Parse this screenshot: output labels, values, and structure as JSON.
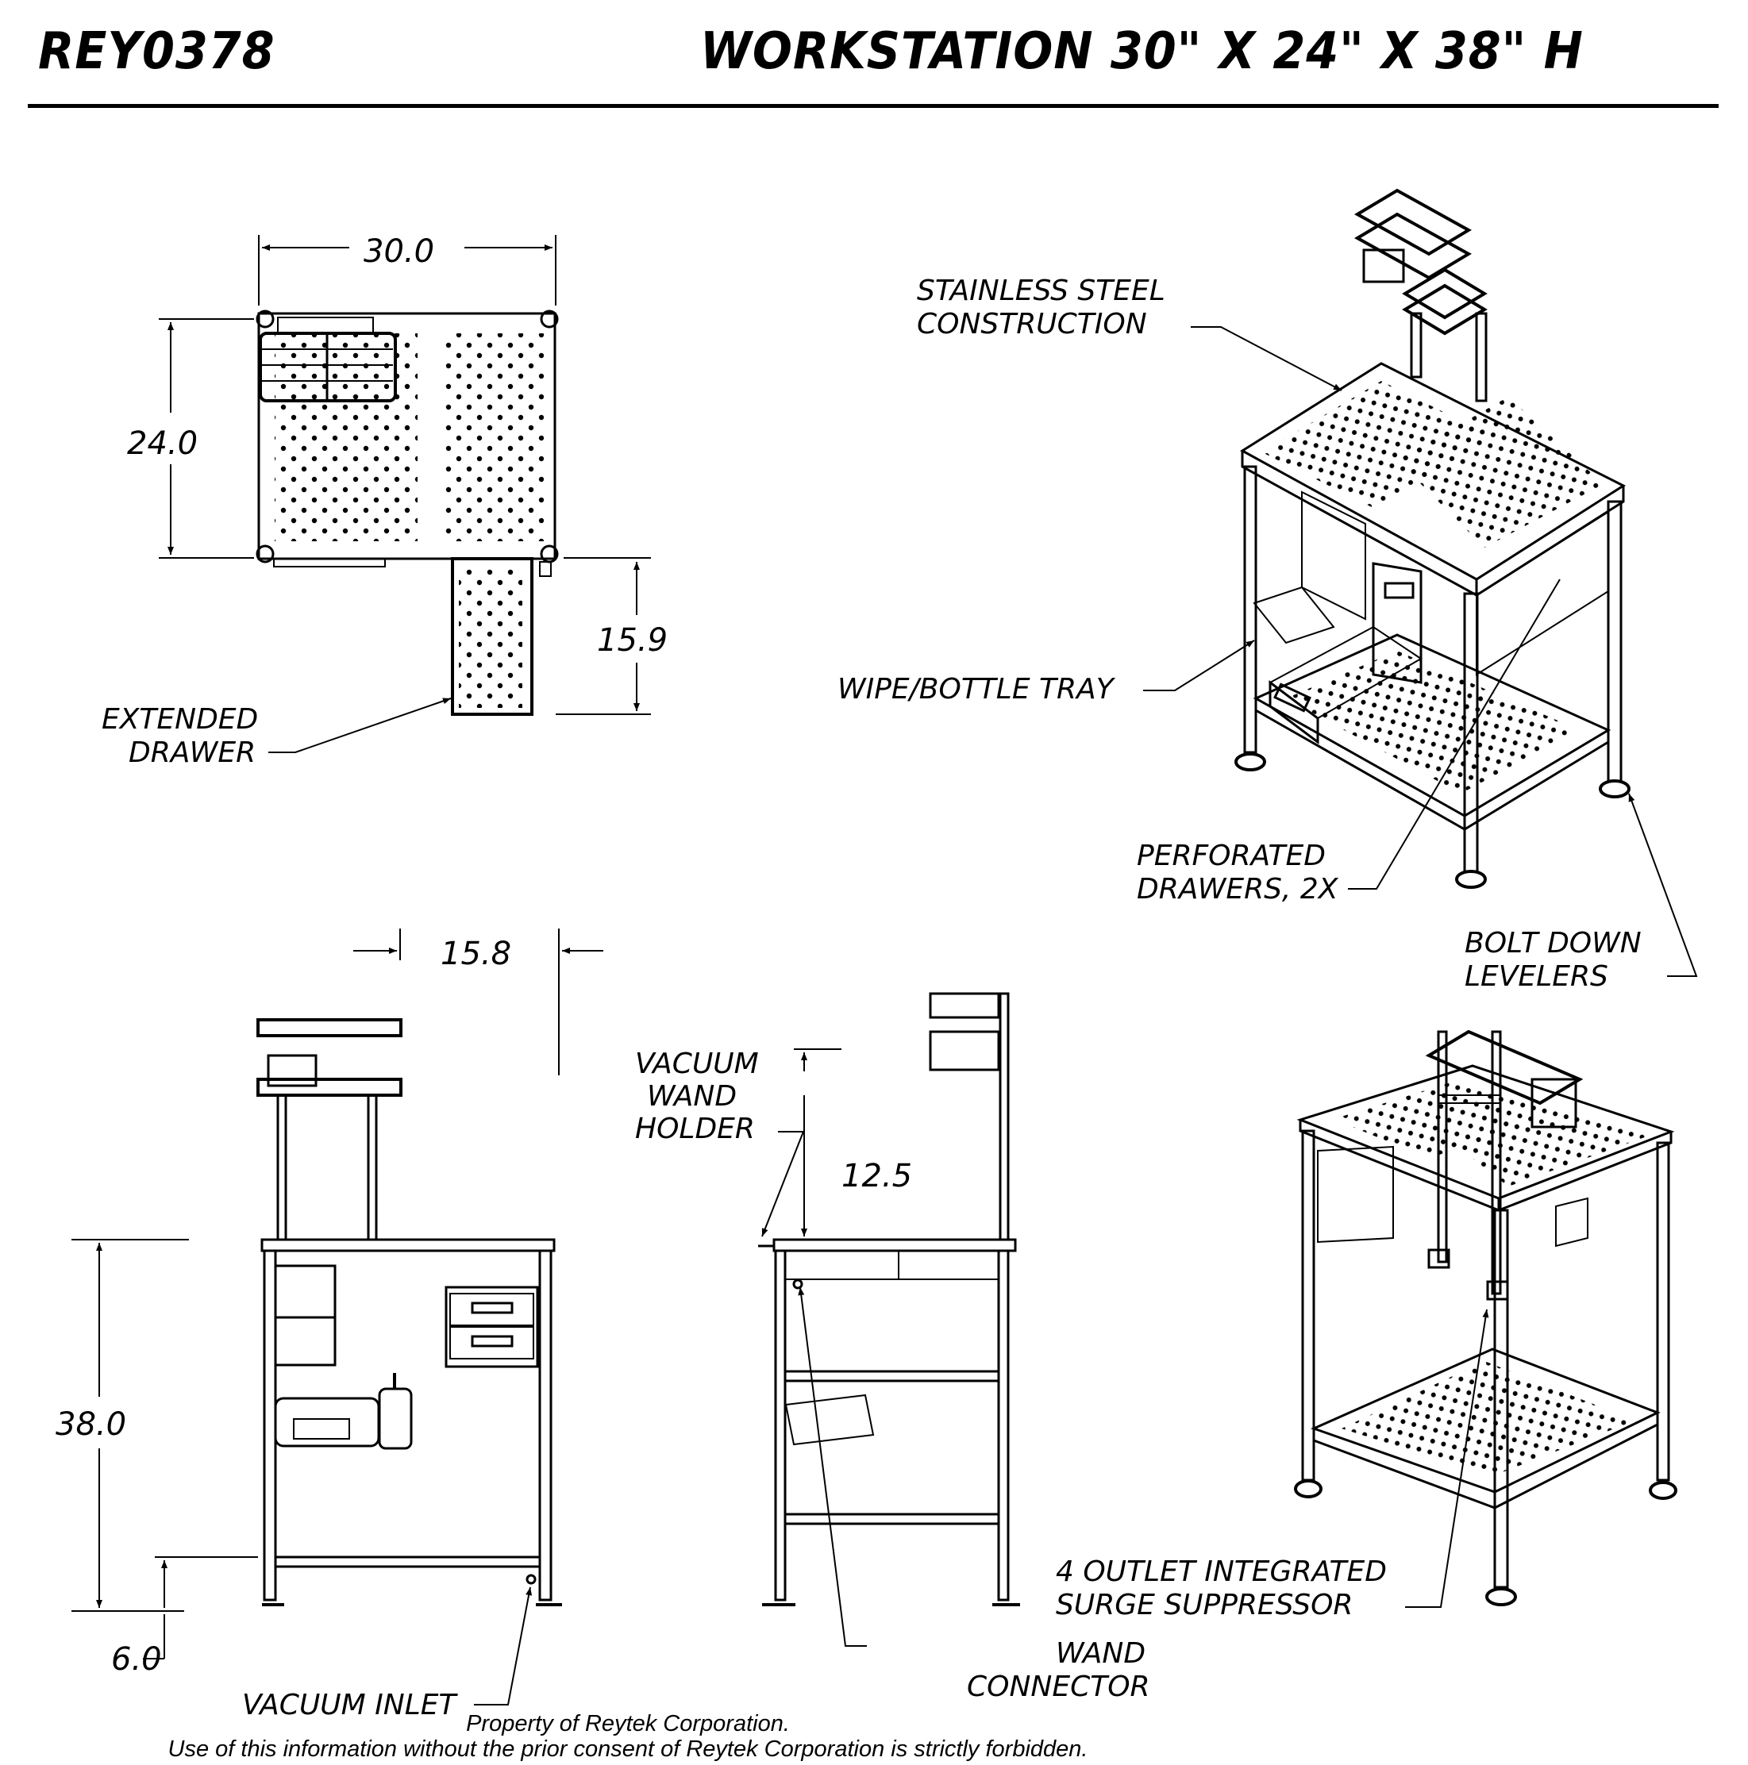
{
  "header": {
    "doc_number": "REY0378",
    "title": "WORKSTATION 30\" X 24\" X 38\" H"
  },
  "dimensions": {
    "width": "30.0",
    "depth": "24.0",
    "drawer_extension": "15.8",
    "drawer_extended": "15.9",
    "height": "38.0",
    "lower_shelf_height": "6.0",
    "shelf_clearance": "12.5"
  },
  "callouts": {
    "extended_drawer": [
      "EXTENDED",
      "DRAWER"
    ],
    "stainless_steel": [
      "STAINLESS STEEL",
      "CONSTRUCTION"
    ],
    "wipe_bottle_tray": [
      "WIPE/BOTTLE TRAY"
    ],
    "perforated_drawers": [
      "PERFORATED",
      "DRAWERS, 2X"
    ],
    "bolt_down_levelers": [
      "BOLT DOWN",
      "LEVELERS"
    ],
    "vacuum_wand_holder": [
      "VACUUM",
      "WAND",
      "HOLDER"
    ],
    "vacuum_inlet": [
      "VACUUM INLET"
    ],
    "wand_connector": [
      "WAND",
      "CONNECTOR"
    ],
    "surge_suppressor": [
      "4 OUTLET INTEGRATED",
      "SURGE SUPPRESSOR"
    ]
  },
  "footer": {
    "line1": "Property of Reytek Corporation.",
    "line2": "Use of this information without the prior consent of Reytek Corporation is strictly forbidden."
  }
}
